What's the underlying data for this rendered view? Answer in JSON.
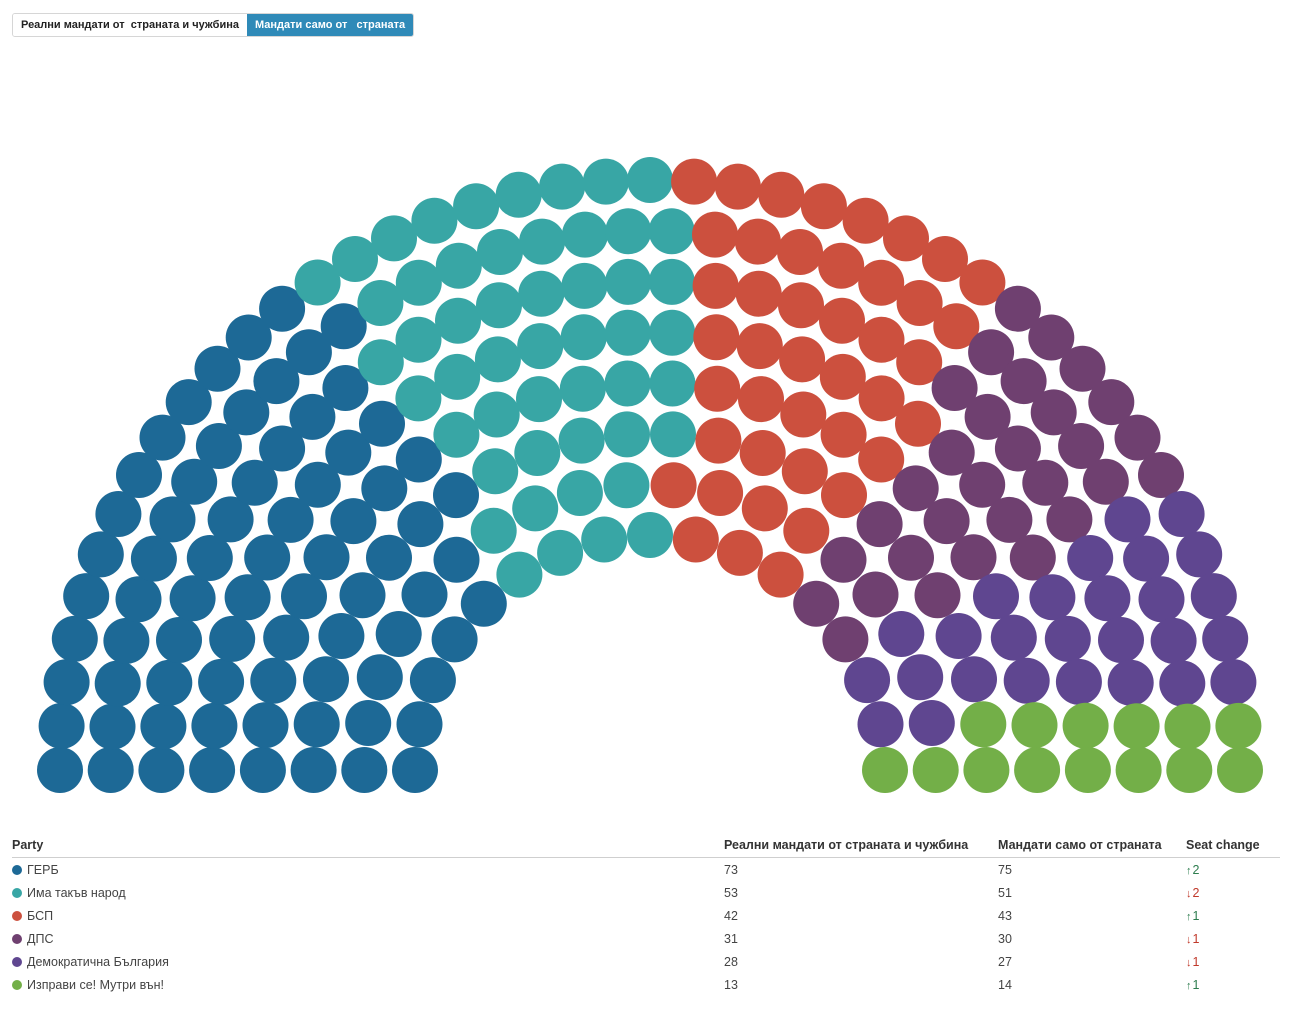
{
  "toggle": {
    "option_world": "Реални мандати от  страната и чужбина",
    "option_country": "Мандати само от   страната",
    "selected": "option_country"
  },
  "table": {
    "headers": {
      "party": "Party",
      "world": "Реални мандати от страната и чужбина",
      "country": "Мандати само от страната",
      "change": "Seat change"
    }
  },
  "chart_data": {
    "type": "parliament",
    "series": [
      {
        "name": "ГЕРБ",
        "color": "#1d6996",
        "world": 73,
        "country": 75,
        "change": "2",
        "direction": "up"
      },
      {
        "name": "Има такъв народ",
        "color": "#38a6a5",
        "world": 53,
        "country": 51,
        "change": "2",
        "direction": "down"
      },
      {
        "name": "БСП",
        "color": "#cc503e",
        "world": 42,
        "country": 43,
        "change": "1",
        "direction": "up"
      },
      {
        "name": "ДПС",
        "color": "#6f4070",
        "world": 31,
        "country": 30,
        "change": "1",
        "direction": "down"
      },
      {
        "name": "Демократична България",
        "color": "#5f4690",
        "world": 28,
        "country": 27,
        "change": "1",
        "direction": "down"
      },
      {
        "name": "Изправи се! Мутри вън!",
        "color": "#73af48",
        "world": 13,
        "country": 14,
        "change": "1",
        "direction": "up"
      }
    ]
  }
}
